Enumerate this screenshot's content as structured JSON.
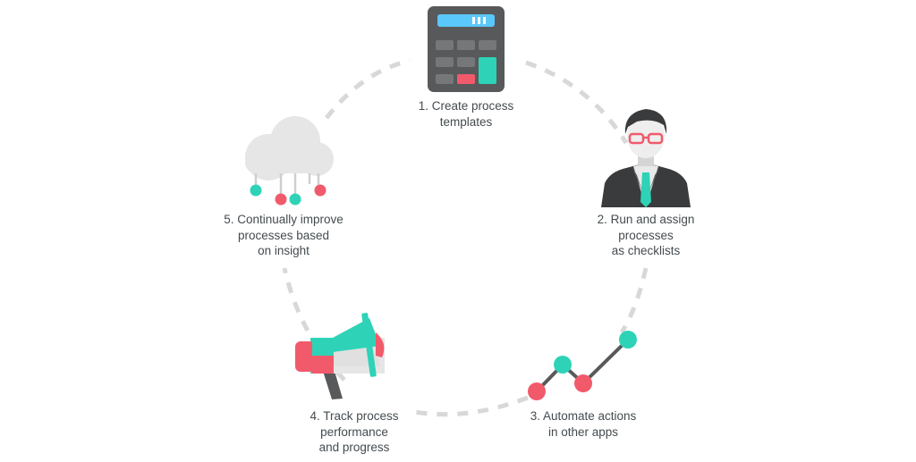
{
  "steps": [
    {
      "lines": [
        "1. Create process",
        "templates"
      ],
      "icon": "calculator-icon"
    },
    {
      "lines": [
        "2. Run and assign",
        "processes",
        "as checklists"
      ],
      "icon": "person-icon"
    },
    {
      "lines": [
        "3. Automate actions",
        "in other apps"
      ],
      "icon": "connected-nodes-icon"
    },
    {
      "lines": [
        "4. Track process",
        "performance",
        "and progress"
      ],
      "icon": "megaphone-icon"
    },
    {
      "lines": [
        "5. Continually improve",
        "processes based",
        "on insight"
      ],
      "icon": "cloud-network-icon"
    }
  ],
  "colors": {
    "teal": "#2ed3b7",
    "coral": "#f15a6b",
    "dark_gray": "#58595b",
    "mid_gray": "#707173",
    "light_gray": "#d8d8d8",
    "cloud": "#e6e6e6",
    "screen_blue": "#5ac8fa",
    "text": "#444b4f"
  }
}
